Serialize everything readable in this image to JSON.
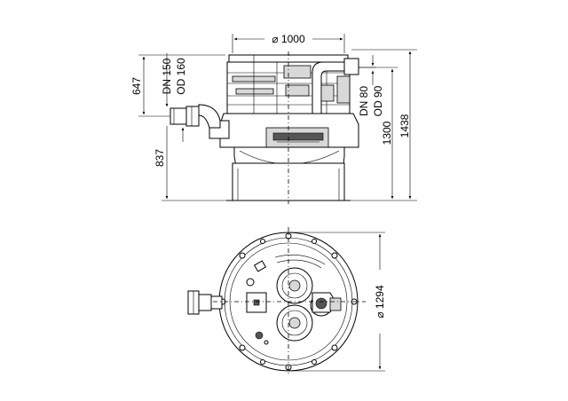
{
  "dimensions": {
    "top_diameter": "⌀ 1000",
    "height_inlet": "647",
    "inlet_size_dn": "DN 150",
    "inlet_size_od": "OD 160",
    "height_base": "837",
    "outlet_size_dn": "DN 80",
    "outlet_size_od": "OD 90",
    "height_outlet": "1300",
    "height_total": "1438",
    "plan_diameter": "⌀ 1294"
  }
}
